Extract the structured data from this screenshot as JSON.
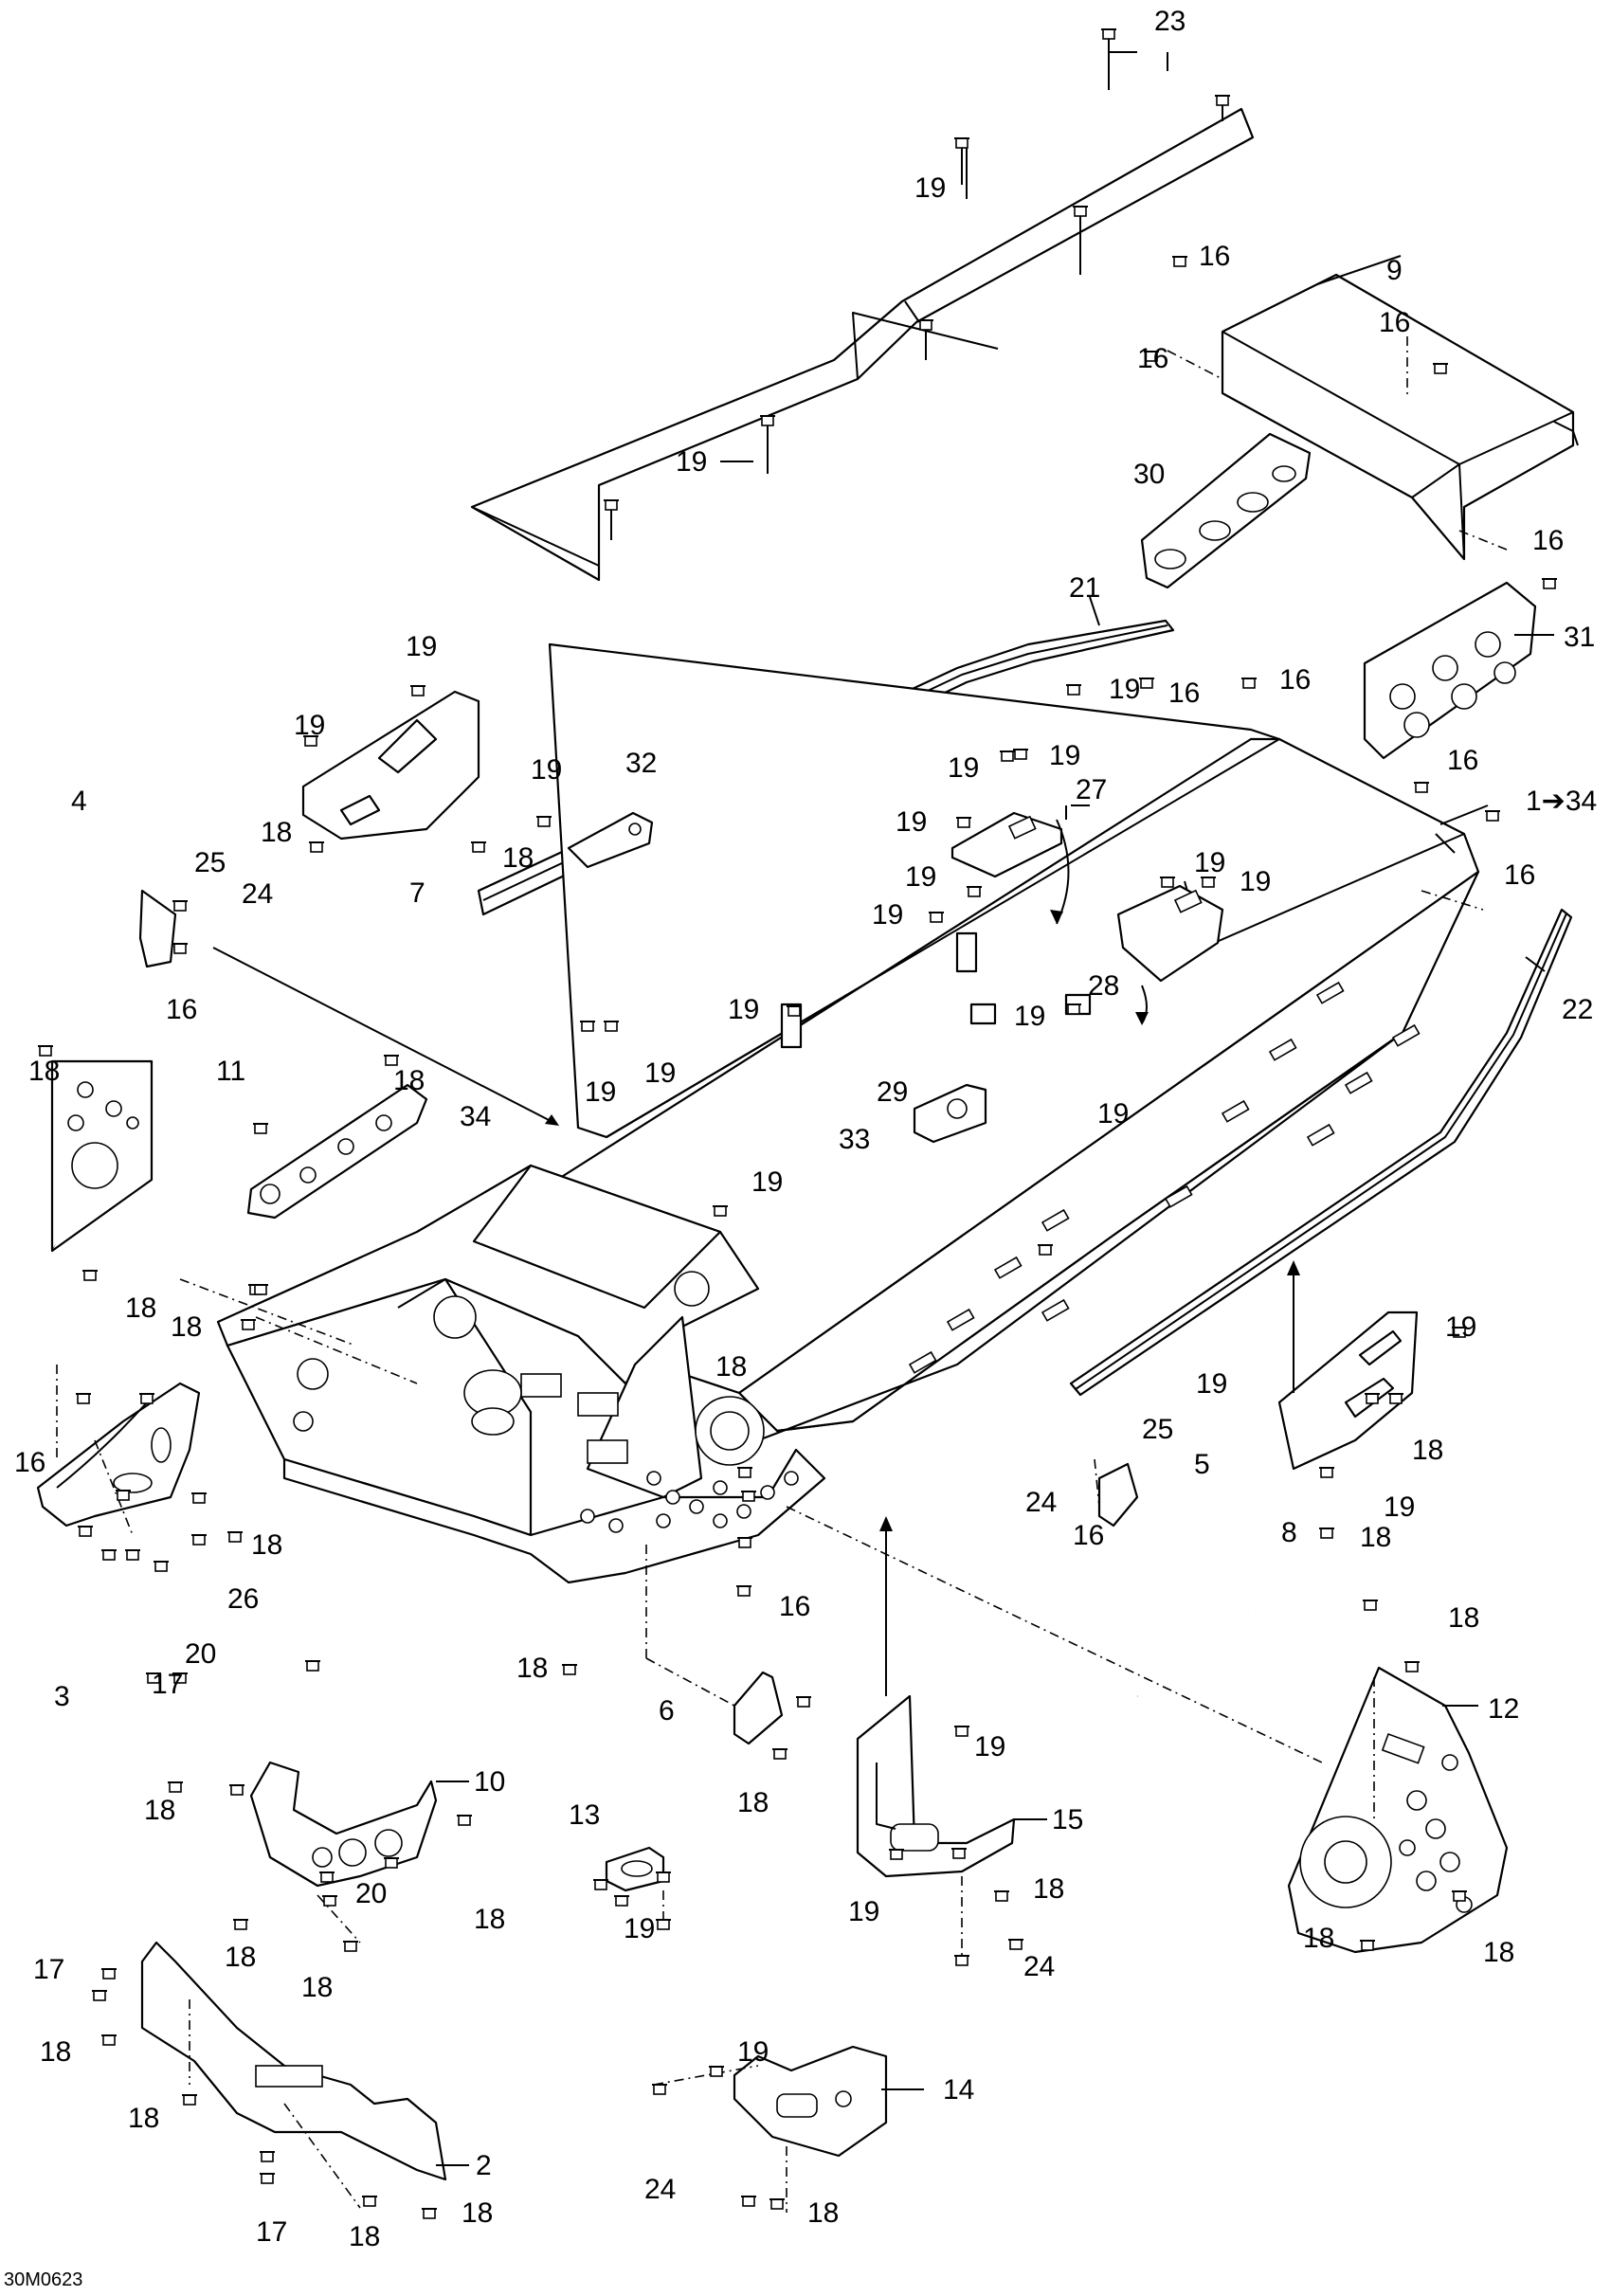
{
  "drawing_code": "30M0623",
  "callouts": {
    "c1": "1➔34",
    "c2": "2",
    "c3": "3",
    "c4": "4",
    "c5": "5",
    "c6": "6",
    "c7": "7",
    "c8": "8",
    "c9": "9",
    "c10": "10",
    "c11": "11",
    "c12": "12",
    "c13": "13",
    "c14": "14",
    "c15": "15",
    "c16": "16",
    "c17": "17",
    "c18": "18",
    "c19": "19",
    "c20": "20",
    "c21": "21",
    "c22": "22",
    "c23": "23",
    "c24": "24",
    "c25": "25",
    "c26": "26",
    "c27": "27",
    "c28": "28",
    "c29": "29",
    "c30": "30",
    "c31": "31",
    "c32": "32",
    "c33": "33",
    "c34": "34"
  }
}
